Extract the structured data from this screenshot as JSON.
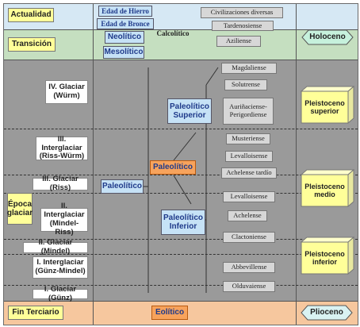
{
  "periods": {
    "actualidad": "Actualidad",
    "transicion": "Transición",
    "epoca_glaciar": "Época glaciar",
    "fin_terciario": "Fin Terciario"
  },
  "glacial_stages": [
    "IV. Glaciar (Würm)",
    "III. Interglaciar (Riss-Würm)",
    "III. Glaciar (Riss)",
    "II. Interglaciar (Mindel-Riss)",
    "II. Glaciar (Mindel)",
    "I. Interglaciar (Günz-Mindel)",
    "I. Glaciar (Günz)"
  ],
  "ages": {
    "edad_hierro": "Edad de Hierro",
    "edad_bronce": "Edad de Bronce",
    "calcolitico": "Calcolítico",
    "neolitico": "Neolítico",
    "mesolitico": "Mesolítico",
    "paleolitico": "Paleolítico",
    "eolitico": "Eolítico"
  },
  "paleolithic": {
    "main": "Paleolítico",
    "superior": "Paleolítico Superior",
    "inferior": "Paleolítico Inferior"
  },
  "cultures": [
    "Civilizaciones diversas",
    "Tardenosiense",
    "Aziliense",
    "Magdaliense",
    "Solutrense",
    "Auriñaciense-Perigordiense",
    "Musteriense",
    "Levalloisense",
    "Achelense tardío",
    "Levalloisense",
    "Achelense",
    "Clactoniense",
    "Abbevillense",
    "Olduvaiense"
  ],
  "epochs": {
    "holoceno": "Holoceno",
    "pleistoceno_superior": "Pleistoceno superior",
    "pleistoceno_medio": "Pleistoceno medio",
    "pleistoceno_inferior": "Pleistoceno inferior",
    "plioceno": "Plioceno"
  },
  "colors": {
    "yellow_label": "#ffff99",
    "blue_label": "#c6e2f6",
    "orange_label": "#f7a35c",
    "culture_box": "#d7d7d7",
    "holocene_hex": "#c6f1dc",
    "pliocene_hex": "#d9f2f2"
  }
}
